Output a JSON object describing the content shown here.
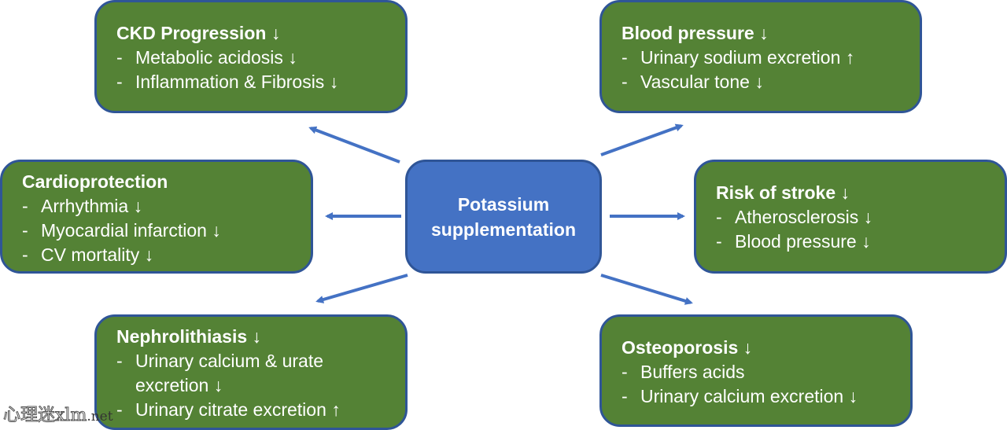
{
  "center": {
    "line1": "Potassium",
    "line2": "supplementation",
    "color": "#4472c4"
  },
  "colors": {
    "box_fill": "#548235",
    "box_border": "#2f5597",
    "arrow": "#4472c4",
    "text": "#ffffff"
  },
  "boxes": {
    "ckd": {
      "title": "CKD Progression ↓",
      "items": [
        "Metabolic acidosis ↓",
        "Inflammation & Fibrosis ↓"
      ]
    },
    "blood_pressure": {
      "title": "Blood pressure ↓",
      "items": [
        "Urinary sodium excretion ↑",
        "Vascular tone ↓"
      ]
    },
    "cardioprotection": {
      "title": "Cardioprotection",
      "items": [
        "Arrhythmia ↓",
        "Myocardial infarction ↓",
        "CV mortality ↓"
      ]
    },
    "stroke": {
      "title": "Risk of stroke ↓",
      "items": [
        "Atherosclerosis ↓",
        "Blood pressure ↓"
      ]
    },
    "nephrolithiasis": {
      "title": "Nephrolithiasis ↓",
      "items": [
        "Urinary calcium & urate",
        "excretion ↓",
        "Urinary citrate excretion ↑"
      ]
    },
    "osteoporosis": {
      "title": "Osteoporosis ↓",
      "items": [
        "Buffers acids",
        "Urinary calcium excretion ↓"
      ]
    }
  },
  "dash": "-",
  "watermark": {
    "text": "心理迷xlm",
    "suffix": ".net"
  }
}
